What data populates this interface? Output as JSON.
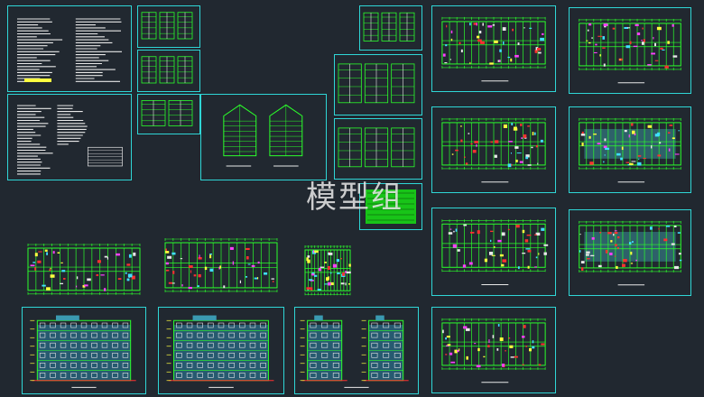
{
  "watermark": {
    "text": "模型组"
  },
  "colors": {
    "background": "#212830",
    "frame": "#2fd6d6",
    "lines": "#2bff2b",
    "accent_red": "#ff3030",
    "accent_white": "#e8e8e8",
    "accent_magenta": "#ff40ff",
    "accent_yellow": "#ffff40",
    "accent_cyan": "#40e0ff"
  },
  "sheets": [
    {
      "name": "design-notes-sheet-1",
      "kind": "text"
    },
    {
      "name": "design-notes-sheet-2",
      "kind": "text-table"
    },
    {
      "name": "detail-sheet-a",
      "kind": "details"
    },
    {
      "name": "detail-sheet-b",
      "kind": "details"
    },
    {
      "name": "detail-sheet-c",
      "kind": "details-small"
    },
    {
      "name": "roof-plan-sheet",
      "kind": "roof"
    },
    {
      "name": "detail-sheet-d",
      "kind": "details"
    },
    {
      "name": "elevation-detail-sheet-a",
      "kind": "elevation-small"
    },
    {
      "name": "elevation-detail-sheet-b",
      "kind": "elevation-small"
    },
    {
      "name": "legend-sheet",
      "kind": "legend"
    },
    {
      "name": "floor-plan-sheet-1",
      "kind": "plan"
    },
    {
      "name": "floor-plan-sheet-2",
      "kind": "plan"
    },
    {
      "name": "floor-plan-sheet-3",
      "kind": "plan"
    },
    {
      "name": "floor-plan-sheet-4",
      "kind": "plan-cyan"
    },
    {
      "name": "floor-plan-sheet-5",
      "kind": "plan"
    },
    {
      "name": "floor-plan-sheet-6",
      "kind": "plan-cyan"
    },
    {
      "name": "floor-plan-sheet-7",
      "kind": "plan"
    },
    {
      "name": "floor-plan-sheet-8",
      "kind": "plan-free"
    },
    {
      "name": "floor-plan-sheet-9",
      "kind": "plan-free"
    },
    {
      "name": "stair-plan-sheet",
      "kind": "plan-small-free"
    },
    {
      "name": "front-elevation-sheet",
      "kind": "elevation"
    },
    {
      "name": "rear-elevation-sheet",
      "kind": "elevation"
    },
    {
      "name": "side-elevation-sheet",
      "kind": "elevation-side"
    }
  ]
}
